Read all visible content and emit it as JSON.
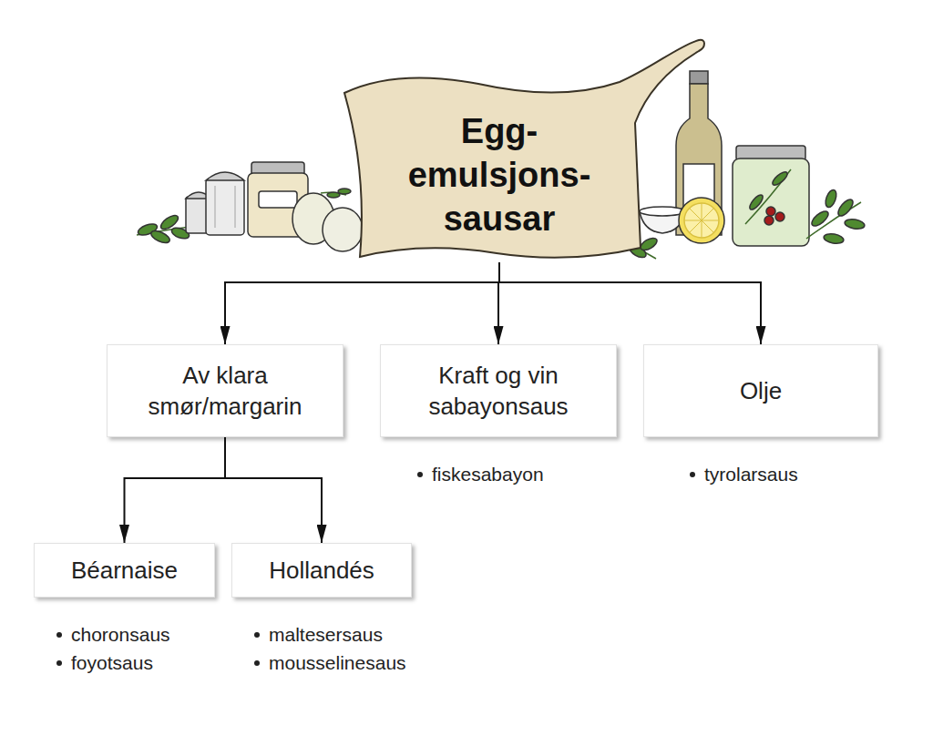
{
  "diagram": {
    "nodes": [
      {
        "text": [
          "Egg- emulsjons- sausar"
        ]
      },
      {
        "text": [
          "Av klara smør/margarin"
        ]
      },
      {
        "text": [
          "Kraft og vin sabayonsaus"
        ]
      },
      {
        "text": [
          "Olje"
        ]
      },
      {
        "text": [
          "Béarnaise"
        ]
      },
      {
        "text": [
          "Hollandés"
        ]
      }
    ],
    "edges": [
      {
        "from": 0,
        "to": 1,
        "arrow": "to"
      },
      {
        "from": 0,
        "to": 2,
        "arrow": "to"
      },
      {
        "from": 0,
        "to": 3,
        "arrow": "to"
      },
      {
        "from": 1,
        "to": 4,
        "arrow": "to"
      },
      {
        "from": 1,
        "to": 5,
        "arrow": "to"
      }
    ],
    "labels": [
      "fiskesabayon",
      "tyrolarsaus",
      "choronsaus",
      "foyotsaus",
      "maltesersaus",
      "mousselinesaus"
    ]
  }
}
